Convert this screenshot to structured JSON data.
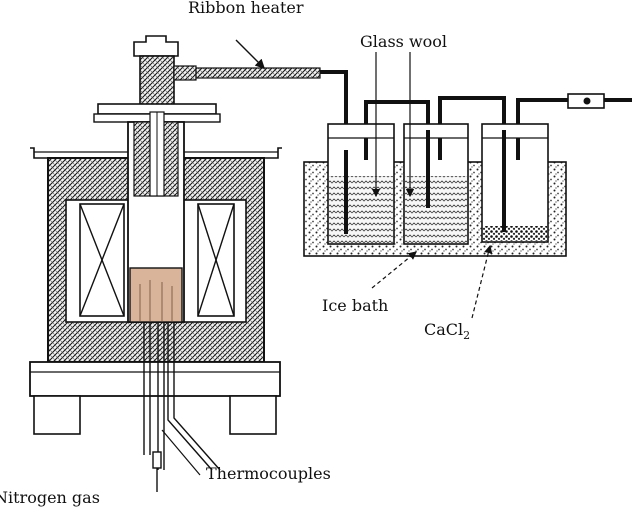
{
  "labels": {
    "ribbon_heater": "Ribbon heater",
    "glass_wool": "Glass wool",
    "ice_bath": "Ice bath",
    "cacl2_base": "CaCl",
    "cacl2_sub": "2",
    "thermocouples": "Thermocouples",
    "nitrogen_gas": "Nitrogen gas"
  },
  "colors": {
    "ink": "#111111",
    "sample": "#d9b49a",
    "ice_fill": "#e4e4e4",
    "water_fill": "#f4f4f4"
  }
}
